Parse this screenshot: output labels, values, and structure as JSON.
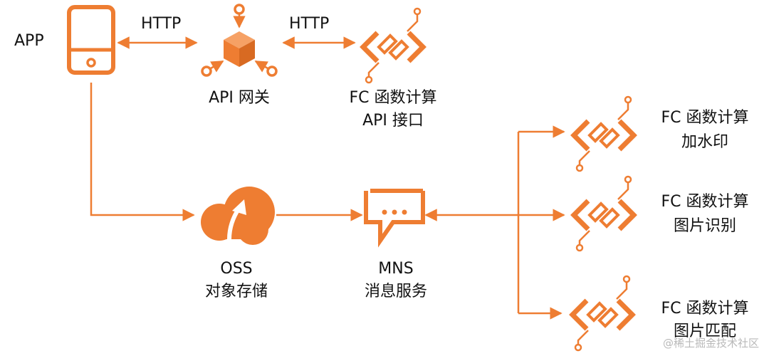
{
  "colors": {
    "accent": "#ee7d32",
    "text": "#111111",
    "watermark": "#b9b9b9"
  },
  "labels": {
    "app": "APP",
    "http_left": "HTTP",
    "http_right": "HTTP",
    "gateway": "API 网关",
    "fc_api_line1": "FC 函数计算",
    "fc_api_line2": "API 接口",
    "oss_line1": "OSS",
    "oss_line2": "对象存储",
    "mns_line1": "MNS",
    "mns_line2": "消息服务",
    "fc_watermark_line1": "FC 函数计算",
    "fc_watermark_line2": "加水印",
    "fc_recognize_line1": "FC 函数计算",
    "fc_recognize_line2": "图片识别",
    "fc_match_line1": "FC 函数计算",
    "fc_match_line2": "图片匹配"
  },
  "icons": {
    "app": "phone-icon",
    "gateway": "api-gateway-icon",
    "fc": "function-compute-icon",
    "oss": "cloud-upload-icon",
    "mns": "message-icon"
  },
  "watermark": "@稀土掘金技术社区"
}
